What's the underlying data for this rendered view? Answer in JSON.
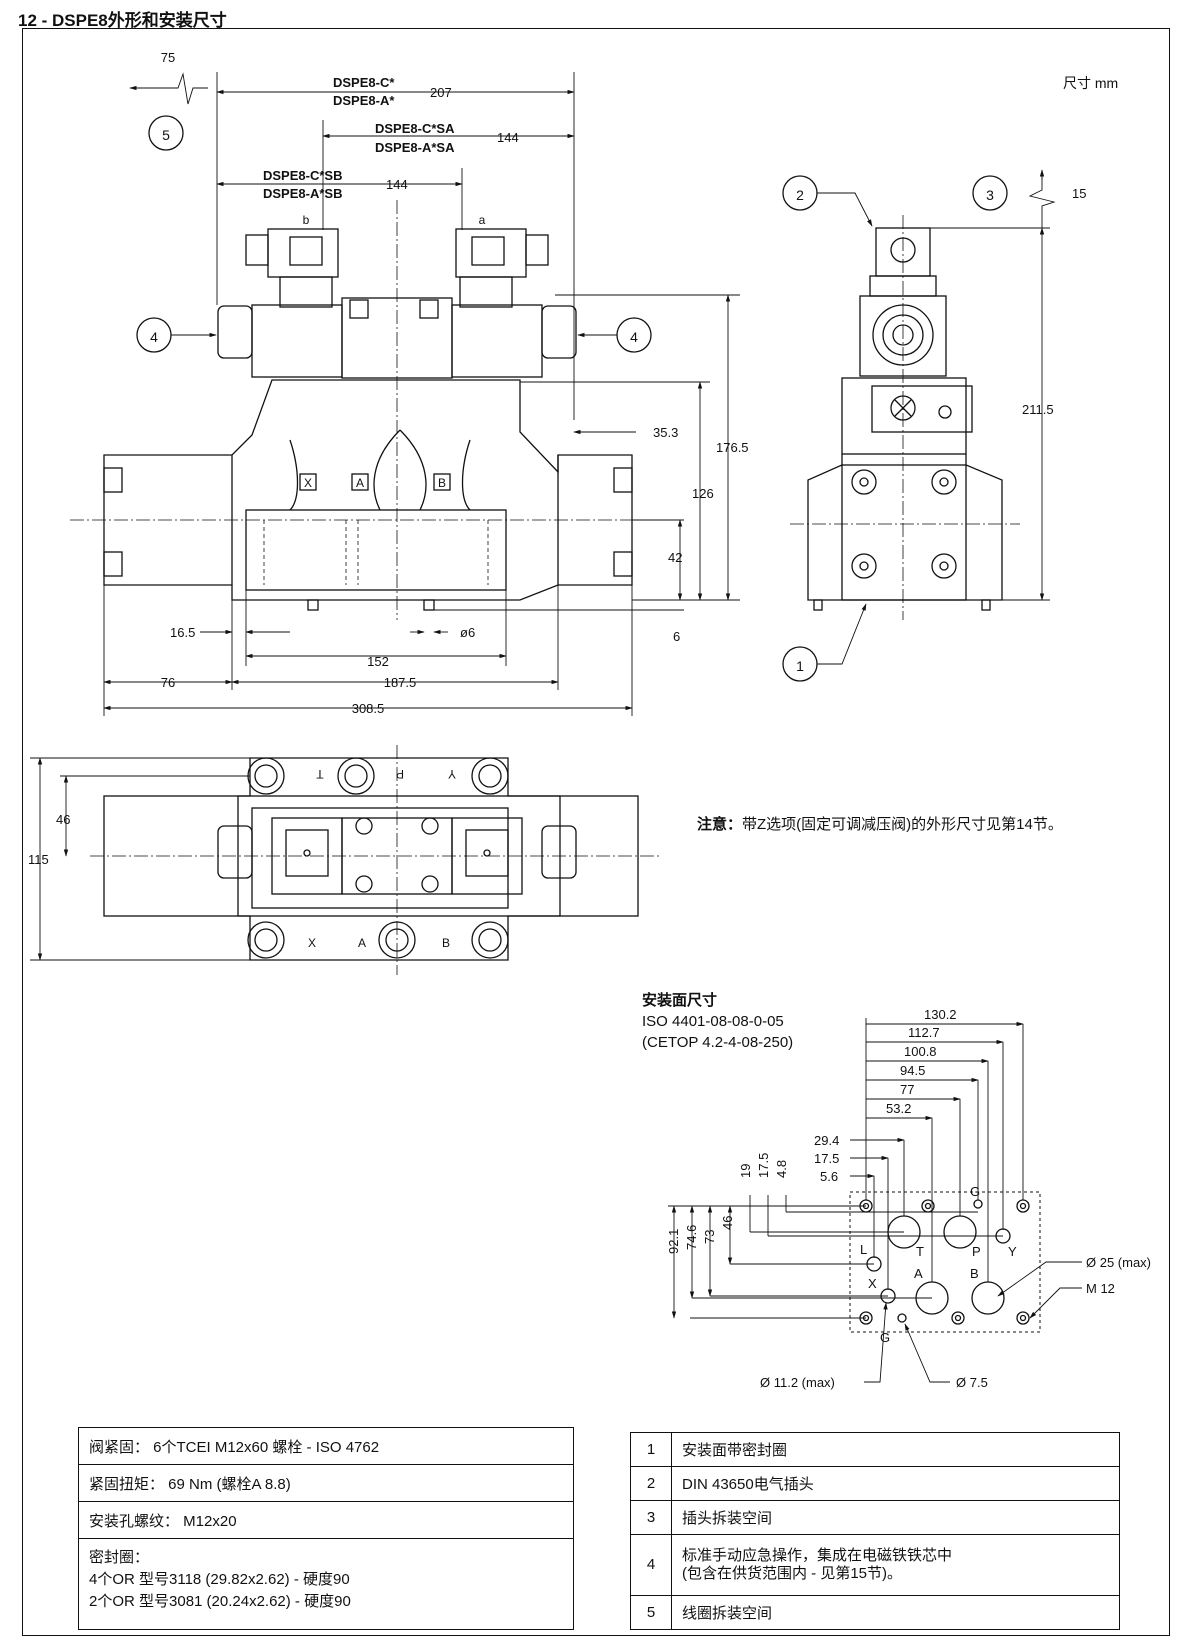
{
  "title": "12 - DSPE8外形和安装尺寸",
  "unit_label": "尺寸  mm",
  "callouts": [
    "1",
    "2",
    "3",
    "4",
    "4",
    "5"
  ],
  "front_view": {
    "variant_1": "DSPE8-C*",
    "variant_2": "DSPE8-A*",
    "variant_sa_1": "DSPE8-C*SA",
    "variant_sa_2": "DSPE8-A*SA",
    "variant_sb_1": "DSPE8-C*SB",
    "variant_sb_2": "DSPE8-A*SB",
    "solenoid_b": "b",
    "solenoid_a": "a",
    "port_x": "X",
    "port_a": "A",
    "port_b": "B",
    "dims": {
      "d75": "75",
      "d207": "207",
      "d144a": "144",
      "d144b": "144",
      "d35_3": "35.3",
      "d176_5": "176.5",
      "d126": "126",
      "d42": "42",
      "d6": "6",
      "d16_5": "16.5",
      "dphi6": "ø6",
      "d152": "152",
      "d76": "76",
      "d187_5": "187.5",
      "d308_5": "308.5"
    }
  },
  "side_view": {
    "d15": "15",
    "d211_5": "211.5"
  },
  "top_view": {
    "d46": "46",
    "d115": "115",
    "port_t": "T",
    "port_p": "P",
    "port_y": "Y",
    "port_x": "X",
    "port_a": "A",
    "port_b": "B"
  },
  "note": {
    "label": "注意：",
    "text": "带Z选项(固定可调减压阀)的外形尺寸见第14节。"
  },
  "mounting": {
    "title": "安装面尺寸",
    "std1": "ISO 4401-08-08-0-05",
    "std2": "(CETOP 4.2-4-08-250)",
    "hdims": [
      "130.2",
      "112.7",
      "100.8",
      "94.5",
      "77",
      "53.2",
      "29.4",
      "17.5",
      "5.6"
    ],
    "vdims": [
      "19",
      "17.5",
      "4.8",
      "46",
      "73",
      "74.6",
      "92.1"
    ],
    "ports": {
      "g1": "G",
      "t": "T",
      "p": "P",
      "y": "Y",
      "l": "L",
      "a": "A",
      "b": "B",
      "x": "X",
      "g2": "G"
    },
    "d25": "Ø 25 (max)",
    "m12": "M 12",
    "d11_2": "Ø 11.2 (max)",
    "d7_5": "Ø 7.5"
  },
  "spec_table": {
    "r1": "阀紧固：   6个TCEI M12x60 螺栓 - ISO 4762",
    "r2": "紧固扭矩：   69 Nm (螺栓A 8.8)",
    "r3": "安装孔螺纹：   M12x20",
    "r4a": "密封圈：",
    "r4b": "4个OR 型号3118 (29.82x2.62) - 硬度90",
    "r4c": "2个OR 型号3081 (20.24x2.62) - 硬度90"
  },
  "legend_table": [
    {
      "num": "1",
      "text": "安装面带密封圈"
    },
    {
      "num": "2",
      "text": "DIN 43650电气插头"
    },
    {
      "num": "3",
      "text": "插头拆装空间"
    },
    {
      "num": "4",
      "text": "标准手动应急操作，集成在电磁铁铁芯中",
      "text2": "(包含在供货范围内 - 见第15节)。"
    },
    {
      "num": "5",
      "text": "线圈拆装空间"
    }
  ]
}
